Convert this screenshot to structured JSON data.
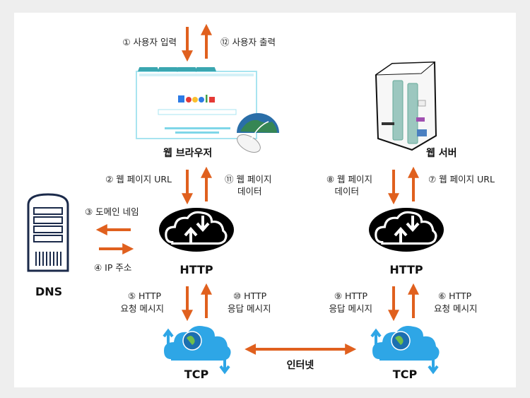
{
  "colors": {
    "arrow": "#e0601e",
    "tcp_cloud": "#2ea6e6",
    "http_cloud": "#000000",
    "browser": "#7fd6e8"
  },
  "nodes": {
    "browser": "웹 브라우저",
    "server": "웹 서버",
    "dns": "DNS",
    "http_left": "HTTP",
    "http_right": "HTTP",
    "tcp_left": "TCP",
    "tcp_right": "TCP",
    "internet": "인터넷",
    "browser_logo": "Google"
  },
  "steps": {
    "s1": "① 사용자 입력",
    "s12": "⑫ 사용자 출력",
    "s2": "② 웹 페이지 URL",
    "s11a": "⑪ 웹 페이지",
    "s11b": "데이터",
    "s3": "③ 도메인 네임",
    "s4": "④ IP 주소",
    "s5a": "⑤ HTTP",
    "s5b": "요청 메시지",
    "s10a": "⑩ HTTP",
    "s10b": "응답 메시지",
    "s8a": "⑧ 웹 페이지",
    "s8b": "데이터",
    "s7": "⑦ 웹 페이지 URL",
    "s9a": "⑨ HTTP",
    "s9b": "응답 메시지",
    "s6a": "⑥ HTTP",
    "s6b": "요청 메시지"
  }
}
